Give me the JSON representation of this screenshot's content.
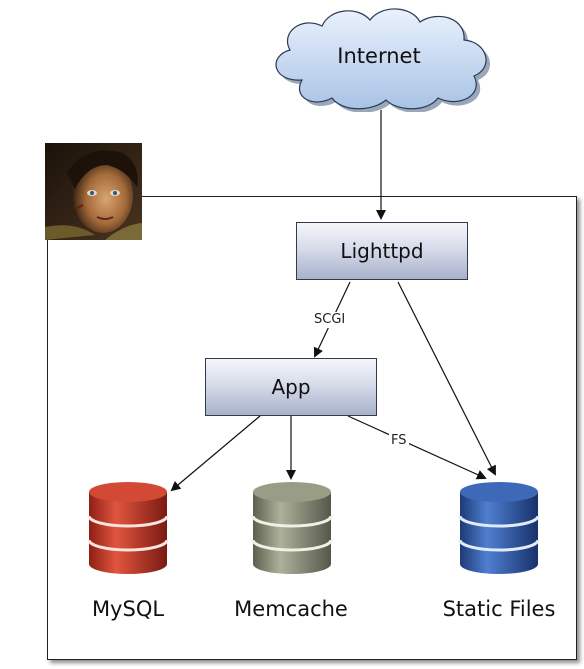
{
  "diagram": {
    "nodes": {
      "internet": {
        "label": "Internet",
        "shape": "cloud"
      },
      "lighttpd": {
        "label": "Lighttpd",
        "shape": "box"
      },
      "app": {
        "label": "App",
        "shape": "box"
      },
      "mysql": {
        "label": "MySQL",
        "shape": "database",
        "color": "#c0392b"
      },
      "memcache": {
        "label": "Memcache",
        "shape": "database",
        "color": "#8c8f78"
      },
      "static_files": {
        "label": "Static Files",
        "shape": "database",
        "color": "#2f5aa8"
      }
    },
    "edges": [
      {
        "from": "internet",
        "to": "lighttpd",
        "label": ""
      },
      {
        "from": "lighttpd",
        "to": "app",
        "label": "SCGI"
      },
      {
        "from": "lighttpd",
        "to": "static_files",
        "label": ""
      },
      {
        "from": "app",
        "to": "mysql",
        "label": ""
      },
      {
        "from": "app",
        "to": "memcache",
        "label": ""
      },
      {
        "from": "app",
        "to": "static_files",
        "label": "FS"
      }
    ],
    "colors": {
      "cloud_fill": "#c9dcf3",
      "box_fill": "#c5cbe0",
      "mysql": "#c0392b",
      "memcache": "#8c8f78",
      "static_files": "#2f5aa8"
    },
    "icons": {
      "avatar": "avatar-photo-icon"
    }
  }
}
